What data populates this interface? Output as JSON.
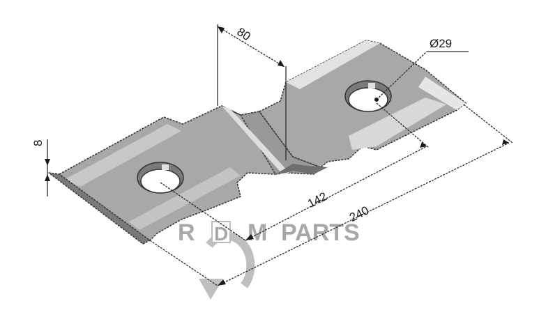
{
  "diagram": {
    "type": "technical-part-drawing",
    "subject": "offset flat knife blade with two holes",
    "colors": {
      "background": "#ffffff",
      "part_face": "#a8a8a8",
      "part_face_dark": "#8c8c8c",
      "part_highlight": "#dcdcdc",
      "edge": "#3a3a3a",
      "dimension_line": "#2a2a2a",
      "watermark": "#9a9a9a"
    },
    "dimensions": {
      "offset_width": "80",
      "hole_diameter": "Ø29",
      "thickness": "8",
      "hole_spacing": "142",
      "overall_length": "240"
    },
    "watermark": {
      "letter_r": "R",
      "letter_d": "D",
      "letter_m": "M",
      "word": "PARTS"
    }
  }
}
